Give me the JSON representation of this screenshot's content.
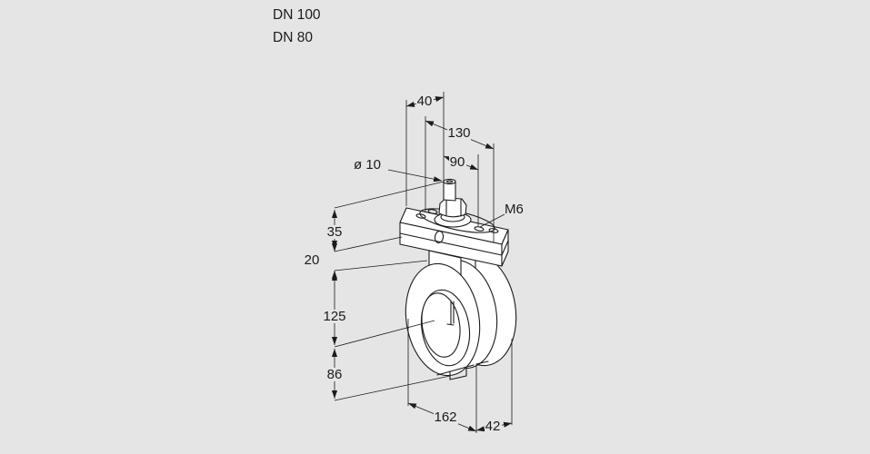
{
  "colors": {
    "background": "#e5e5e5",
    "ink": "#1b1b1b"
  },
  "title": {
    "dn_top": "DN 100",
    "dn_bottom": "DN 80"
  },
  "dimensions": {
    "top_width": "40",
    "flange_length": "130",
    "hole_spacing": "90",
    "shaft_diameter": "ø 10",
    "thread_size": "M6",
    "flange_height": "35",
    "neck_height": "20",
    "center_height": "125",
    "bottom_height": "86",
    "overall_width": "162",
    "body_depth": "42"
  }
}
